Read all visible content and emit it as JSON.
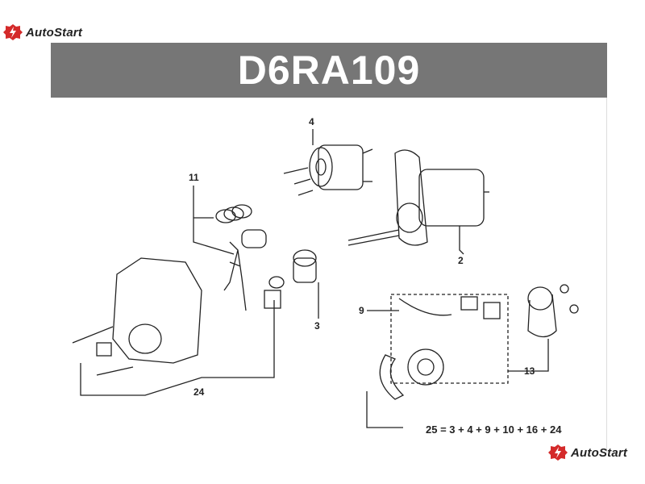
{
  "brand": {
    "name": "AutoStart",
    "accent": "#d42a2a"
  },
  "title": "D6RA109",
  "callouts": [
    "4",
    "11",
    "2",
    "3",
    "9",
    "13",
    "24"
  ],
  "formula": "25 = 3 + 4 + 9 + 10 + 16 + 24"
}
